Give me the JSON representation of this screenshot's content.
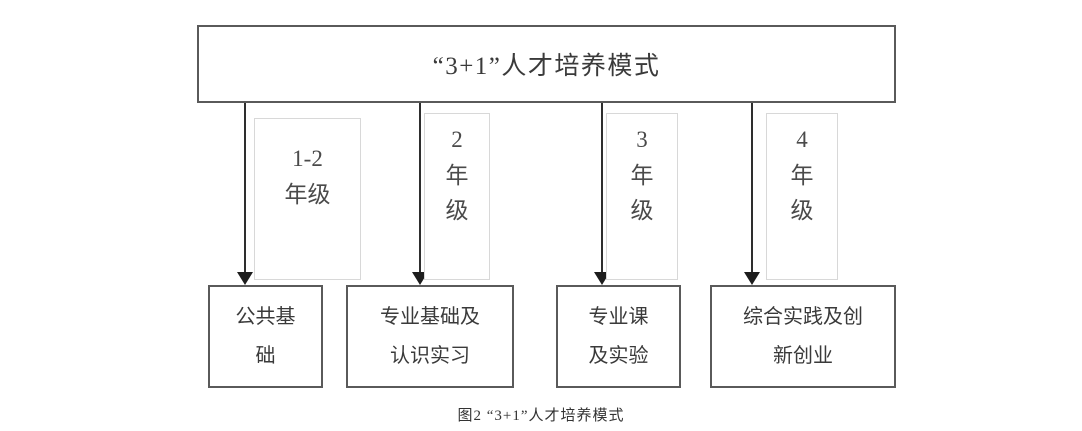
{
  "figure": {
    "title": "“3+1”人才培养模式",
    "caption": "图2 “3+1”人才培养模式",
    "colors": {
      "box_border": "#5a5a5a",
      "label_border": "#d8d8d8",
      "arrow": "#2e2e2e",
      "text": "#3a3a3a",
      "background": "#ffffff"
    }
  },
  "grade_labels": [
    {
      "id": "grade-1-2",
      "full_text": "1-2年级",
      "lines": [
        "1-2",
        "年级"
      ]
    },
    {
      "id": "grade-2",
      "full_text": "2年级",
      "lines": [
        "2",
        "年",
        "级"
      ]
    },
    {
      "id": "grade-3",
      "full_text": "3年级",
      "lines": [
        "3",
        "年",
        "级"
      ]
    },
    {
      "id": "grade-4",
      "full_text": "4年级",
      "lines": [
        "4",
        "年",
        "级"
      ]
    }
  ],
  "outcomes": [
    {
      "id": "outcome-public-basics",
      "full_text": "公共基础",
      "lines": [
        "公共基",
        "础"
      ]
    },
    {
      "id": "outcome-major-basics",
      "full_text": "专业基础及认识实习",
      "lines": [
        "专业基础及",
        "认识实习"
      ]
    },
    {
      "id": "outcome-major-courses",
      "full_text": "专业课及实验",
      "lines": [
        "专业课",
        "及实验"
      ]
    },
    {
      "id": "outcome-practice-innovation",
      "full_text": "综合实践及创新创业",
      "lines": [
        "综合实践及创",
        "新创业"
      ]
    }
  ]
}
